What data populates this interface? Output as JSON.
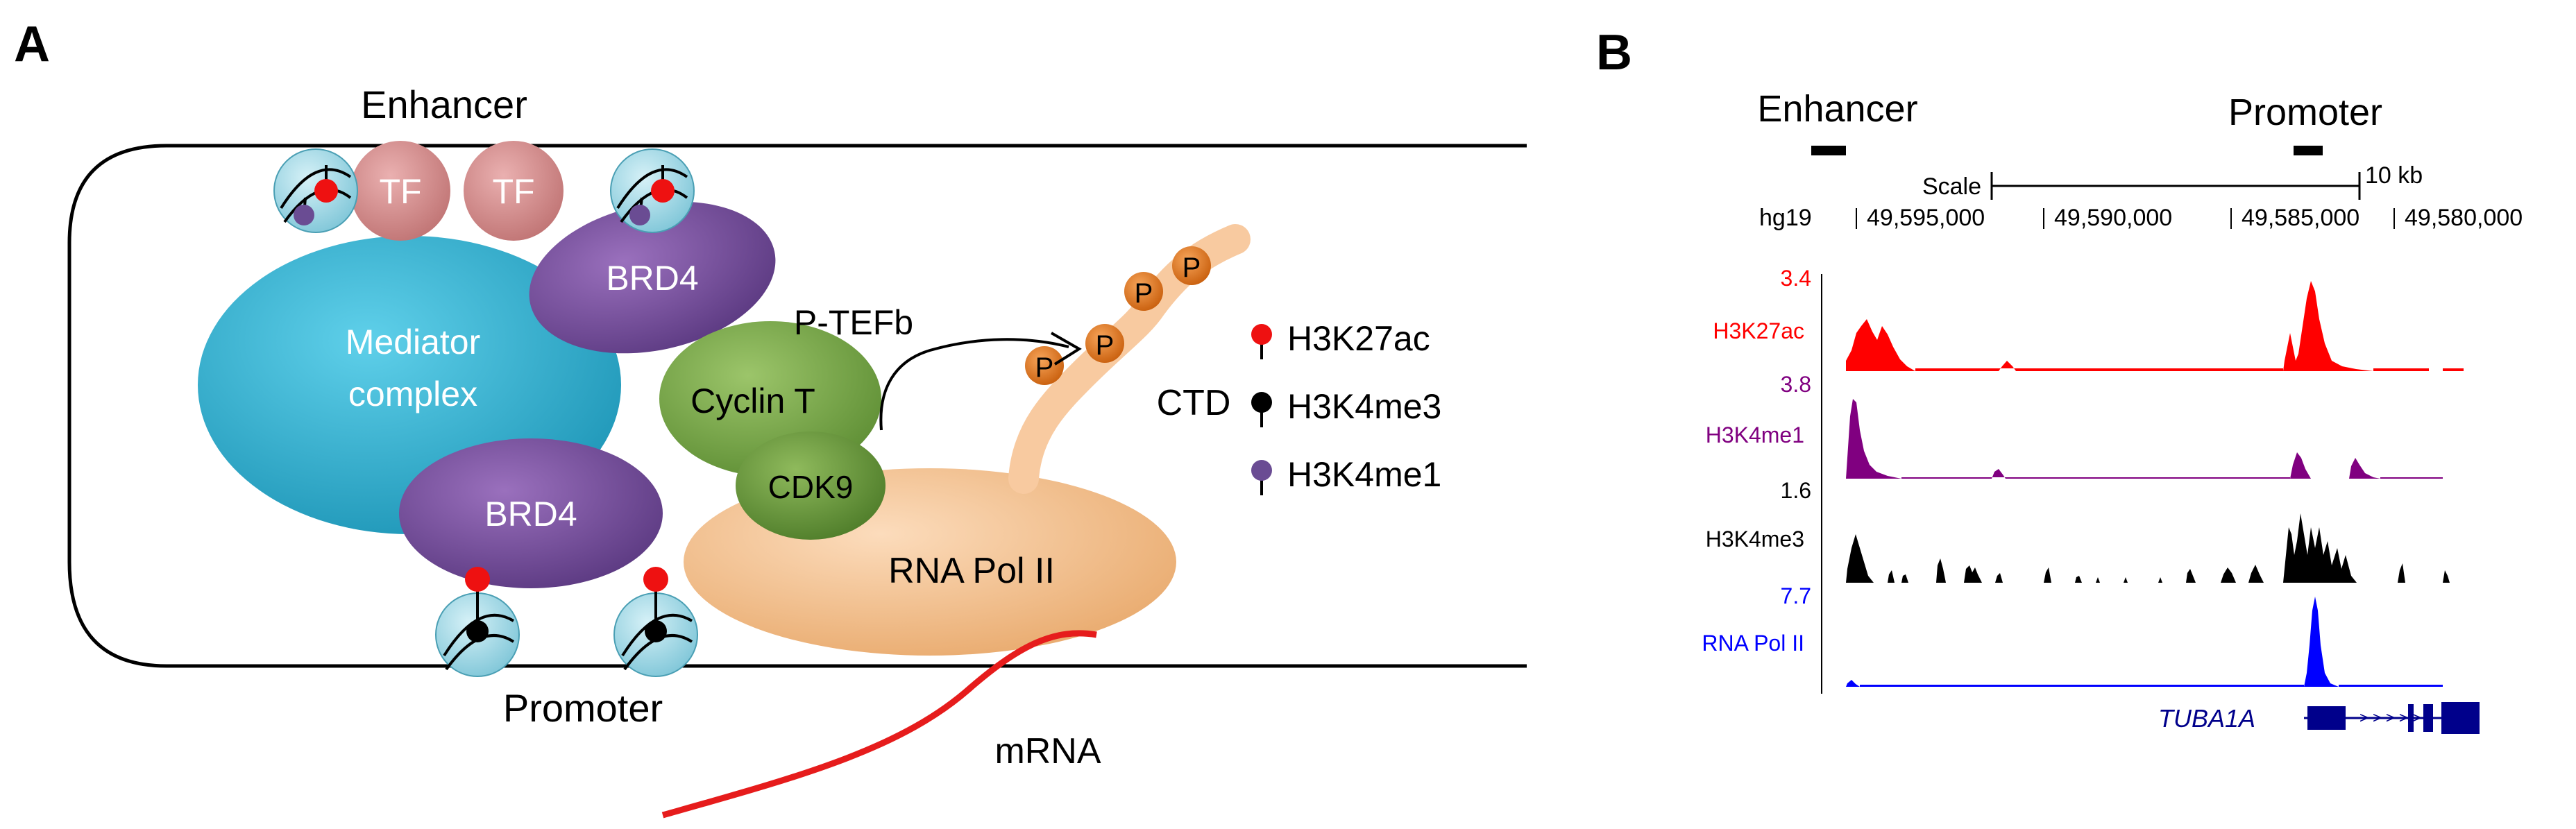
{
  "panel_a": {
    "label": "A",
    "enhancer_label": "Enhancer",
    "promoter_label": "Promoter",
    "tf_label": "TF",
    "brd4_label": "BRD4",
    "mediator_line1": "Mediator",
    "mediator_line2": "complex",
    "ptefb_label": "P-TEFb",
    "cyclin_label": "Cyclin T",
    "cdk9_label": "CDK9",
    "pol_label": "RNA Pol II",
    "ctd_label": "CTD",
    "phospho_label": "P",
    "mrna_label": "mRNA",
    "legend": [
      {
        "label": "H3K27ac",
        "color": "#ee1111"
      },
      {
        "label": "H3K4me3",
        "color": "#000000"
      },
      {
        "label": "H3K4me1",
        "color": "#6a4c93"
      }
    ],
    "colors": {
      "tf": "#d98f8f",
      "brd4": "#7a4f9e",
      "mediator": "#3ab7d4",
      "cyclin": "#79a84b",
      "cdk9": "#6f9d42",
      "pol": "#f6c597",
      "ctd": "#f8caa0",
      "phospho": "#e8761b",
      "mrna": "#e61c1c",
      "nucleosome": "#a8dde9"
    }
  },
  "panel_b": {
    "label": "B",
    "enhancer_label": "Enhancer",
    "promoter_label": "Promoter",
    "scale_label": "Scale",
    "scale_value": "10 kb",
    "assembly": "hg19",
    "coordinates": [
      "49,595,000",
      "49,590,000",
      "49,585,000",
      "49,580,000"
    ],
    "gene": "TUBA1A",
    "tracks": [
      {
        "name": "H3K27ac",
        "max": "3.4",
        "color": "#ff0000"
      },
      {
        "name": "H3K4me1",
        "max": "3.8",
        "color": "#800080"
      },
      {
        "name": "H3K4me3",
        "max": "1.6",
        "color": "#000000"
      },
      {
        "name": "RNA Pol II",
        "max": "7.7",
        "color": "#0000ff"
      }
    ],
    "gene_color": "#00008b"
  }
}
